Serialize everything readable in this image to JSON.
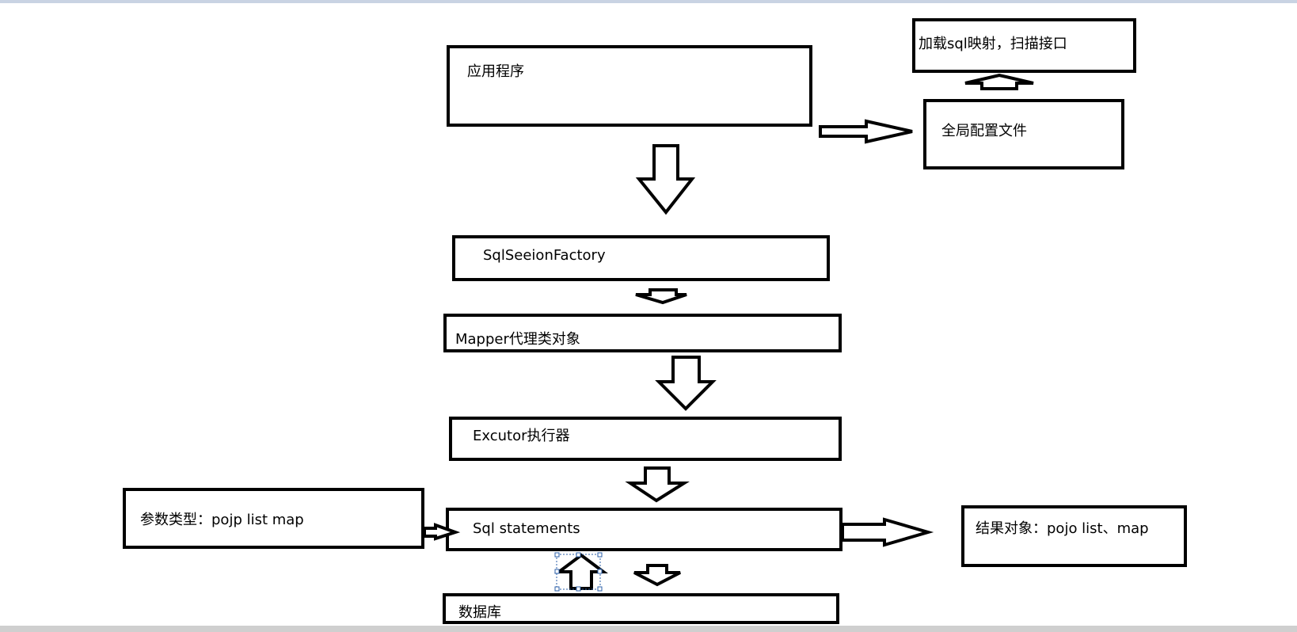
{
  "nodes": {
    "app": "应用程序",
    "global_config": "全局配置文件",
    "load_sql": "加载sql映射，扫描接口",
    "session_factory": "SqlSeeionFactory",
    "mapper_proxy": "Mapper代理类对象",
    "executor": "Excutor执行器",
    "sql_statements": "Sql statements",
    "param_types": "参数类型：pojp list map",
    "result_objects": "结果对象：pojo  list、map",
    "database": "数据库"
  },
  "edges": [
    {
      "from": "app",
      "to": "global_config"
    },
    {
      "from": "global_config",
      "to": "load_sql"
    },
    {
      "from": "app",
      "to": "session_factory"
    },
    {
      "from": "session_factory",
      "to": "mapper_proxy"
    },
    {
      "from": "mapper_proxy",
      "to": "executor"
    },
    {
      "from": "executor",
      "to": "sql_statements"
    },
    {
      "from": "param_types",
      "to": "sql_statements"
    },
    {
      "from": "sql_statements",
      "to": "result_objects"
    },
    {
      "from": "sql_statements",
      "to": "database"
    },
    {
      "from": "database",
      "to": "sql_statements"
    }
  ]
}
